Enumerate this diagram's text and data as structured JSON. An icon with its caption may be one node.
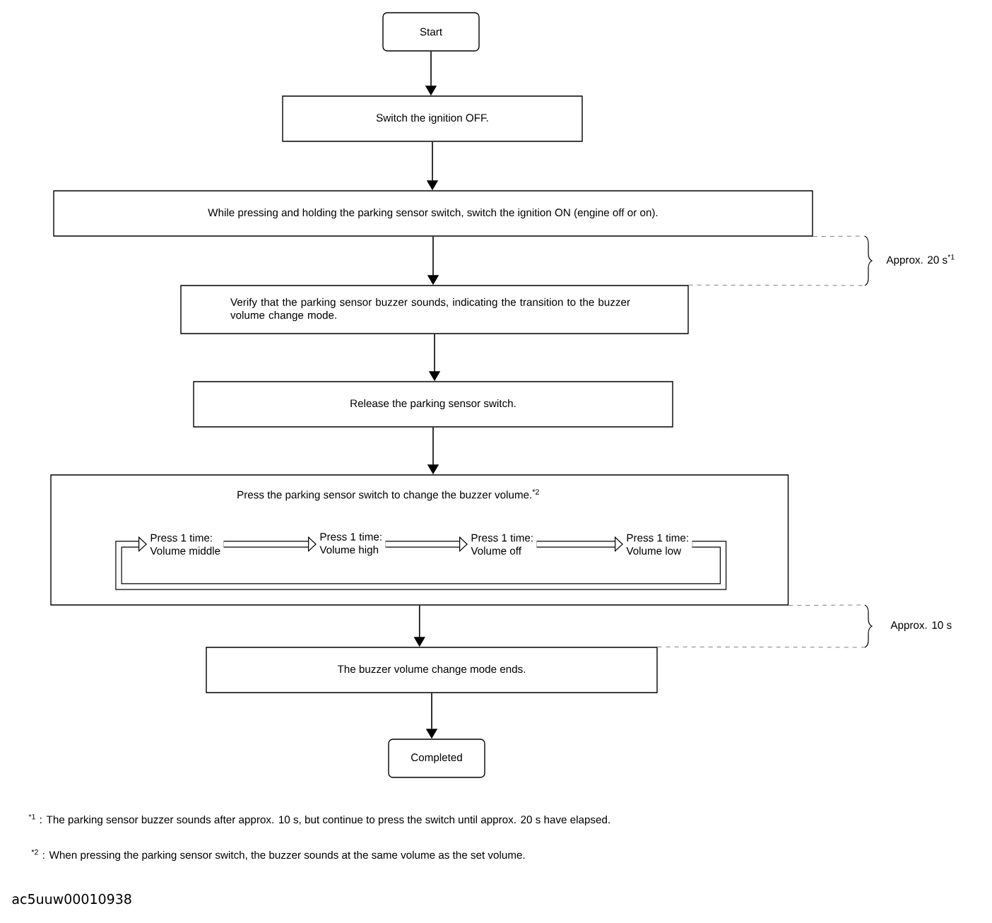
{
  "diagram": {
    "nodes": [
      {
        "text": [
          "Start"
        ]
      },
      {
        "text": [
          "Switch the ignition OFF."
        ]
      },
      {
        "text": [
          "While pressing and holding the parking sensor switch, switch the ignition ON (engine off or on)."
        ]
      },
      {
        "text": [
          "Verify that the parking sensor buzzer sounds, indicating the transition to the buzzer volume change mode."
        ]
      },
      {
        "text": [
          "Release the parking sensor switch."
        ]
      },
      {
        "text": [
          "Press the parking sensor switch to change the buzzer volume.$^{*2}$"
        ]
      },
      {
        "text": [
          "Press 1 time: Volume middle"
        ],
        "in": 5
      },
      {
        "text": [
          "Press 1 time: Volume high"
        ],
        "in": 5
      },
      {
        "text": [
          "Press 1 time: Volume off"
        ],
        "in": 5
      },
      {
        "text": [
          "Press 1 time: Volume low"
        ],
        "in": 5
      },
      {
        "text": [
          "The buzzer volume change mode ends."
        ]
      },
      {
        "text": [
          "Completed"
        ]
      }
    ],
    "edges": [
      {
        "from": 0,
        "to": 1,
        "arrow": "to"
      },
      {
        "from": 1,
        "to": 2,
        "arrow": "to"
      },
      {
        "from": 2,
        "to": 3,
        "arrow": "to"
      },
      {
        "from": 3,
        "to": 4,
        "arrow": "to"
      },
      {
        "from": 4,
        "to": 5,
        "arrow": "to"
      },
      {
        "from": 6,
        "to": 7,
        "arrow": "to",
        "style": "thick"
      },
      {
        "from": 7,
        "to": 8,
        "arrow": "to",
        "style": "thick"
      },
      {
        "from": 8,
        "to": 9,
        "arrow": "to",
        "style": "thick"
      },
      {
        "from": 9,
        "to": 6,
        "arrow": "to",
        "style": "thick"
      },
      {
        "from": 5,
        "to": 10,
        "arrow": "to"
      },
      {
        "from": 10,
        "to": 11,
        "arrow": "to"
      }
    ],
    "labels": [
      "Approx. 20 s$^{*1}$",
      "Approx. 10 s",
      "$^{*1}$ : The parking sensor buzzer sounds after approx. 10 s, but continue to press the switch until approx. 20 s have elapsed.",
      "$^{*2}$ : When pressing the parking sensor switch, the buzzer sounds at the same volume as the set volume.",
      "ac5uuw00010938"
    ]
  }
}
